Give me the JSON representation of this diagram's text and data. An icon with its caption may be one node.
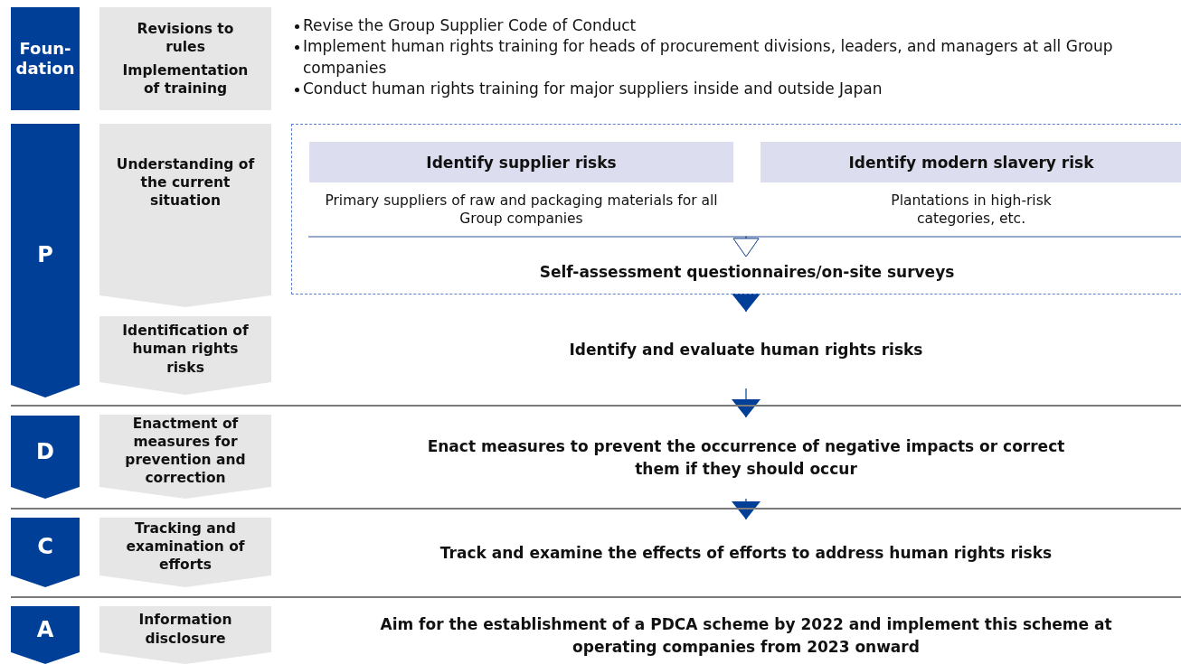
{
  "diagram": {
    "nodes": [
      {
        "text": [
          "Foun- dation"
        ]
      },
      {
        "text": [
          "Revisions to rules",
          "Implementation of training"
        ]
      },
      {
        "text": [
          "P"
        ]
      },
      {
        "text": [
          "Understanding of the current situation"
        ]
      },
      {
        "text": [
          "Identification of human rights risks"
        ]
      },
      {
        "text": [],
        "shape": "box"
      },
      {
        "text": [
          "Identify supplier risks",
          "Primary suppliers of raw and packaging materials for all Group companies"
        ],
        "in": 5
      },
      {
        "text": [
          "Identify modern slavery risk",
          "Plantations in high-risk categories, etc."
        ],
        "in": 5
      },
      {
        "text": [
          "Self-assessment questionnaires/on-site surveys"
        ],
        "in": 5
      },
      {
        "text": [
          "Identify and evaluate human rights risks"
        ]
      },
      {
        "text": [
          "D"
        ]
      },
      {
        "text": [
          "Enactment of measures for prevention and correction"
        ]
      },
      {
        "text": [
          "Enact measures to prevent the occurrence of negative impacts or correct them if they should occur"
        ]
      },
      {
        "text": [
          "C"
        ]
      },
      {
        "text": [
          "Tracking and examination of efforts"
        ]
      },
      {
        "text": [
          "Track and examine the effects of efforts to address human rights risks"
        ]
      },
      {
        "text": [
          "A"
        ]
      },
      {
        "text": [
          "Information disclosure"
        ]
      },
      {
        "text": [
          "Aim for the establishment of a PDCA scheme by 2022 and implement this scheme at operating companies from 2023 onward"
        ]
      }
    ],
    "edges": [
      {
        "from": 6,
        "to": 8,
        "arrow": "to"
      },
      {
        "from": 7,
        "to": 8,
        "arrow": "to"
      },
      {
        "from": 5,
        "to": 9,
        "arrow": "to"
      },
      {
        "from": 9,
        "to": 12,
        "arrow": "to"
      },
      {
        "from": 12,
        "to": 15,
        "arrow": "to"
      }
    ],
    "labels": [
      "Revise the Group Supplier Code of Conduct",
      "Implement human rights training for heads of procurement divisions, leaders, and managers at all Group companies",
      "Conduct human rights training for major suppliers inside and outside Japan"
    ]
  }
}
